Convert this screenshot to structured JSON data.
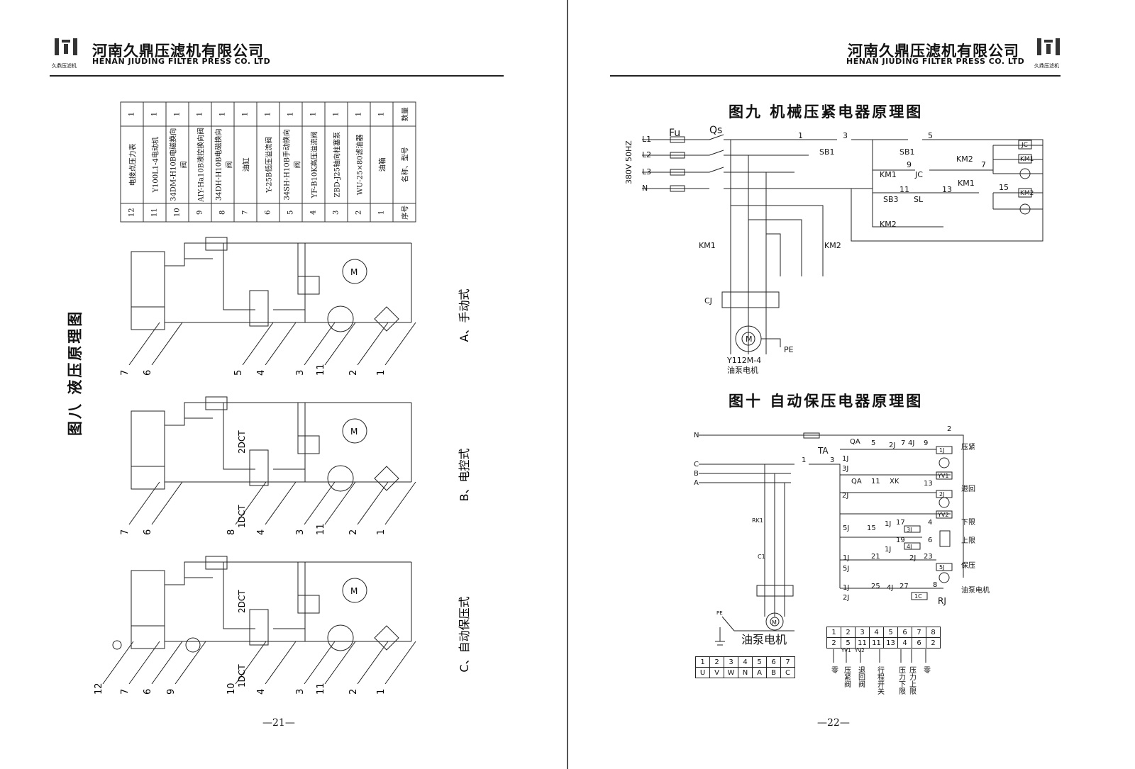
{
  "header": {
    "company_cn": "河南久鼎压滤机有限公司",
    "company_en": "HENAN JIUDING FILTER PRESS  CO. LTD",
    "logo_text": "久鼎压滤机"
  },
  "left": {
    "figure_title": "图八 液压原理图",
    "parts_table": {
      "headers": {
        "no": "序号",
        "name": "名称、型号",
        "qty": "数量"
      },
      "rows": [
        {
          "no": "12",
          "name": "电接点压力表",
          "qty": "1"
        },
        {
          "no": "11",
          "name": "Y100L1-4电动机",
          "qty": "1"
        },
        {
          "no": "10",
          "name": "34DM-H10B电磁换向阀",
          "qty": "1"
        },
        {
          "no": "9",
          "name": "AIY-Ha10B液控换向阀",
          "qty": "1"
        },
        {
          "no": "8",
          "name": "34DH-H10B电磁换向阀",
          "qty": "1"
        },
        {
          "no": "7",
          "name": "油缸",
          "qty": "1"
        },
        {
          "no": "6",
          "name": "Y-25B低压溢流阀",
          "qty": "1"
        },
        {
          "no": "5",
          "name": "34SH-H10B手动换向阀",
          "qty": "1"
        },
        {
          "no": "4",
          "name": "YF-B10K高压溢流阀",
          "qty": "1"
        },
        {
          "no": "3",
          "name": "ZBD-J25轴向柱塞泵",
          "qty": "1"
        },
        {
          "no": "2",
          "name": "WU-25×80滤油器",
          "qty": "1"
        },
        {
          "no": "1",
          "name": "油箱",
          "qty": "1"
        }
      ]
    },
    "panels": [
      {
        "caption": "A、手动式",
        "labels": [
          "7",
          "6",
          "5",
          "4",
          "3",
          "11",
          "2",
          "1"
        ]
      },
      {
        "caption": "B、电控式",
        "labels": [
          "7",
          "6",
          "8",
          "4",
          "3",
          "11",
          "2",
          "1"
        ],
        "valve_labels": [
          "2DCT",
          "1DCT"
        ]
      },
      {
        "caption": "C、自动保压式",
        "labels": [
          "12",
          "7",
          "6",
          "9",
          "10",
          "4",
          "3",
          "11",
          "2",
          "1"
        ],
        "valve_labels": [
          "2DCT",
          "1DCT"
        ]
      }
    ],
    "motor_label": "M",
    "page_number": "—21—"
  },
  "right": {
    "fig9": {
      "title": "图九  机械压紧电器原理图",
      "supply": "380V  50HZ",
      "lines": [
        "L1",
        "L2",
        "L3",
        "N"
      ],
      "labels": {
        "fu": "Fu",
        "qs": "Qs",
        "n1": "1",
        "n3": "3",
        "n5": "5",
        "n7": "7",
        "n9": "9",
        "n11": "11",
        "n13": "13",
        "n15": "15",
        "sb1a": "SB1",
        "sb1b": "SB1",
        "sb3": "SB3",
        "km1a": "KM1",
        "jc": "JC",
        "km2a": "KM2",
        "km1b": "KM1",
        "sl": "SL",
        "km2b": "KM2",
        "coil_jc": "JC",
        "coil_km1": "KM1",
        "coil_km2": "KM2",
        "km1c": "KM1",
        "km2c": "KM2",
        "cj": "CJ",
        "m": "M",
        "pe": "PE",
        "motor_model": "Y112M-4",
        "motor_name": "油泵电机"
      }
    },
    "fig10": {
      "title": "图十  自动保压电器原理图",
      "phases": [
        "N",
        "C",
        "B",
        "A"
      ],
      "labels": {
        "n2": "2",
        "ta": "TA",
        "n1": "1",
        "n3": "3",
        "qa1": "QA",
        "n5": "5",
        "j2a": "2J",
        "n7": "7",
        "j4a": "4J",
        "n9": "9",
        "c1j": "1J",
        "j1": "1J",
        "j3": "3J",
        "yv1": "YV1",
        "qa2": "QA",
        "n11": "11",
        "xk": "XK",
        "n13": "13",
        "c2j": "2J",
        "j2b": "2J",
        "yv2": "YV2",
        "j5": "5J",
        "n15": "15",
        "j1b": "1J",
        "n17": "17",
        "c3j": "3J",
        "n4": "4",
        "n19": "19",
        "c4j": "4J",
        "n6": "6",
        "j1c": "1J",
        "j1d": "1J",
        "n21": "21",
        "j2c": "2J",
        "n23": "23",
        "c5j": "5J",
        "j5b": "5J",
        "j1e": "1J",
        "n25": "25",
        "j4b": "4J",
        "n27": "27",
        "c1c": "1C",
        "n8": "8",
        "rj": "RJ",
        "j2d": "2J",
        "rk1": "RK1",
        "c1": "C1",
        "pe": "PE",
        "m": "M"
      },
      "side_labels": [
        "压紧",
        "退回",
        "下限",
        "上限",
        "保压",
        "油泵电机"
      ],
      "motor_name": "油泵电机",
      "terminal_table_left": {
        "top": [
          "1",
          "2",
          "3",
          "4",
          "5",
          "6",
          "7"
        ],
        "bottom": [
          "U",
          "V",
          "W",
          "N",
          "A",
          "B",
          "C"
        ]
      },
      "terminal_table_right": {
        "top": [
          "1",
          "2",
          "3",
          "4",
          "5",
          "6",
          "7",
          "8"
        ],
        "bottom": [
          "2",
          "5",
          "11",
          "11",
          "13",
          "4",
          "6",
          "2"
        ]
      },
      "terminal_captions": [
        "零",
        "压紧阀",
        "退回阀",
        "行程开关",
        "压力下限",
        "压力上限",
        "零"
      ],
      "terminal_tags": [
        "YV1",
        "YV2"
      ]
    },
    "page_number": "—22—"
  }
}
